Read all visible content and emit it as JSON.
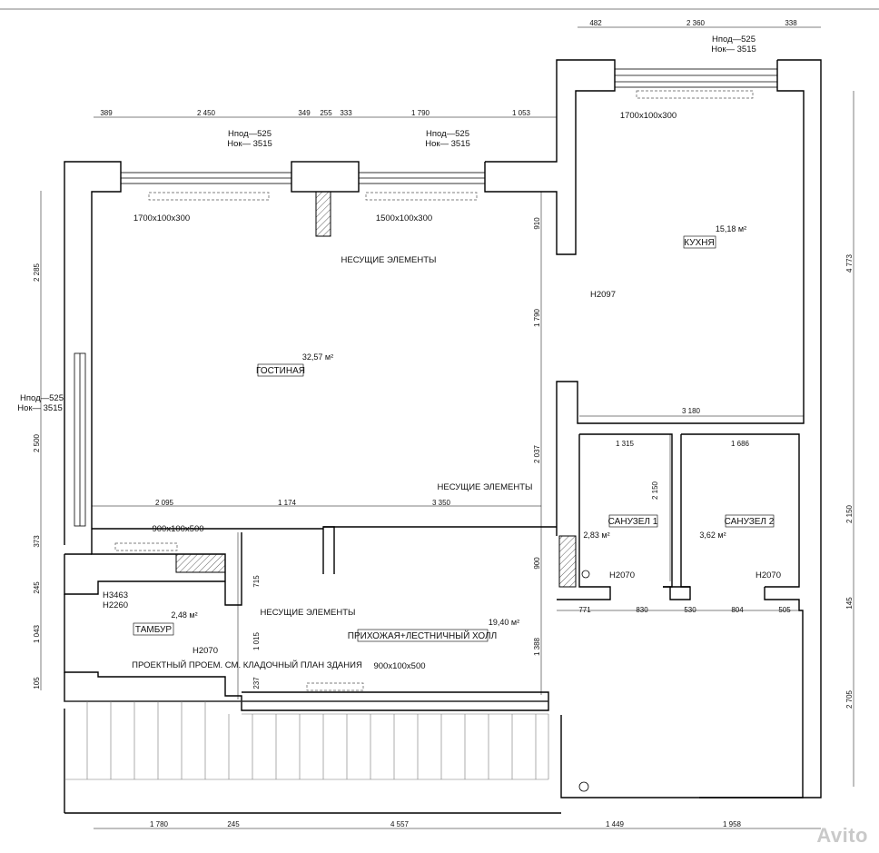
{
  "watermark": "Avito",
  "rooms": {
    "living": {
      "name": "ГОСТИНАЯ",
      "area": "32,57 м²"
    },
    "kitchen": {
      "name": "КУХНЯ",
      "area": "15,18 м²"
    },
    "bath1": {
      "name": "САНУЗЕЛ 1",
      "area": "2,83 м²"
    },
    "bath2": {
      "name": "САНУЗЕЛ 2",
      "area": "3,62 м²"
    },
    "vestibule": {
      "name": "ТАМБУР",
      "area": "2,48 м²"
    },
    "hall": {
      "name": "ПРИХОЖАЯ+ЛЕСТНИЧНЫЙ ХОЛЛ",
      "area": "19,40 м²"
    }
  },
  "notes": {
    "bearing_1": "НЕСУЩИЕ ЭЛЕМЕНТЫ",
    "bearing_2": "НЕСУЩИЕ ЭЛЕМЕНТЫ",
    "bearing_3": "НЕСУЩИЕ ЭЛЕМЕНТЫ",
    "design_opening": "ПРОЕКТНЫЙ ПРОЕМ. СМ. КЛАДОЧНЫЙ ПЛАН ЗДАНИЯ",
    "vestibule_heights": [
      "Н3463",
      "Н2260"
    ],
    "door_heights": {
      "kitchen": "Н2097",
      "bath1": "Н2070",
      "bath2": "Н2070",
      "vestibule": "Н2070"
    }
  },
  "windows": [
    {
      "id": "living_1",
      "sill": "Нпод—525",
      "top": "Нок— 3515",
      "radiator": "1700х100х300"
    },
    {
      "id": "living_2",
      "sill": "Нпод—525",
      "top": "Нок— 3515",
      "radiator": "1500х100х300"
    },
    {
      "id": "kitchen",
      "sill": "Нпод—525",
      "top": "Нок— 3515",
      "radiator": "1700х100х300"
    },
    {
      "id": "west",
      "sill": "Нпод—525",
      "top": "Нок— 3515"
    }
  ],
  "radiators_floor": [
    "900х100х500",
    "900х100х500"
  ],
  "dims": {
    "top_kitchen": [
      "482",
      "2 360",
      "338"
    ],
    "top_living": [
      "389",
      "2 450",
      "349",
      "255",
      "333",
      "1 790",
      "1 053"
    ],
    "left": [
      "2 285",
      "2 500",
      "373",
      "245",
      "1 043",
      "105"
    ],
    "right": [
      "4 773",
      "2 150",
      "145",
      "2 705"
    ],
    "bottom": [
      "1 780",
      "245",
      "4 557",
      "1 449",
      "1 958"
    ],
    "inner_h": [
      "2 095",
      "1 174",
      "3 350"
    ],
    "inner_v": [
      "910",
      "1 790",
      "2 037",
      "900",
      "1 388",
      "715",
      "1 015",
      "237"
    ],
    "kitchen_width": "3 180",
    "baths_top": [
      "1 315",
      "1 686"
    ],
    "baths_bottom": [
      "771",
      "830",
      "530",
      "804",
      "505"
    ],
    "bath_height": "2 150"
  }
}
